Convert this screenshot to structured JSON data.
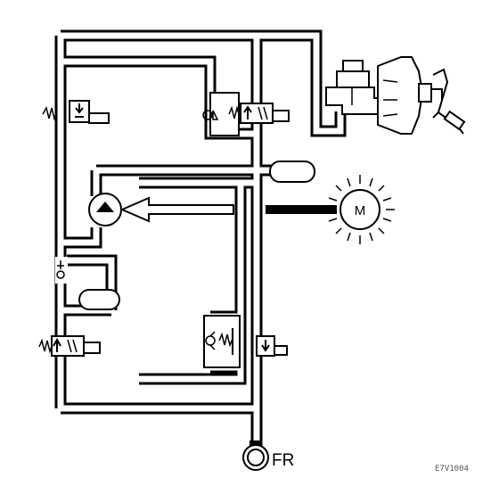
{
  "diagram": {
    "motor_label": "M",
    "wheel_label": "FR",
    "figure_code": "E7V1004"
  },
  "colors": {
    "line": "#000000",
    "background": "#ffffff"
  }
}
